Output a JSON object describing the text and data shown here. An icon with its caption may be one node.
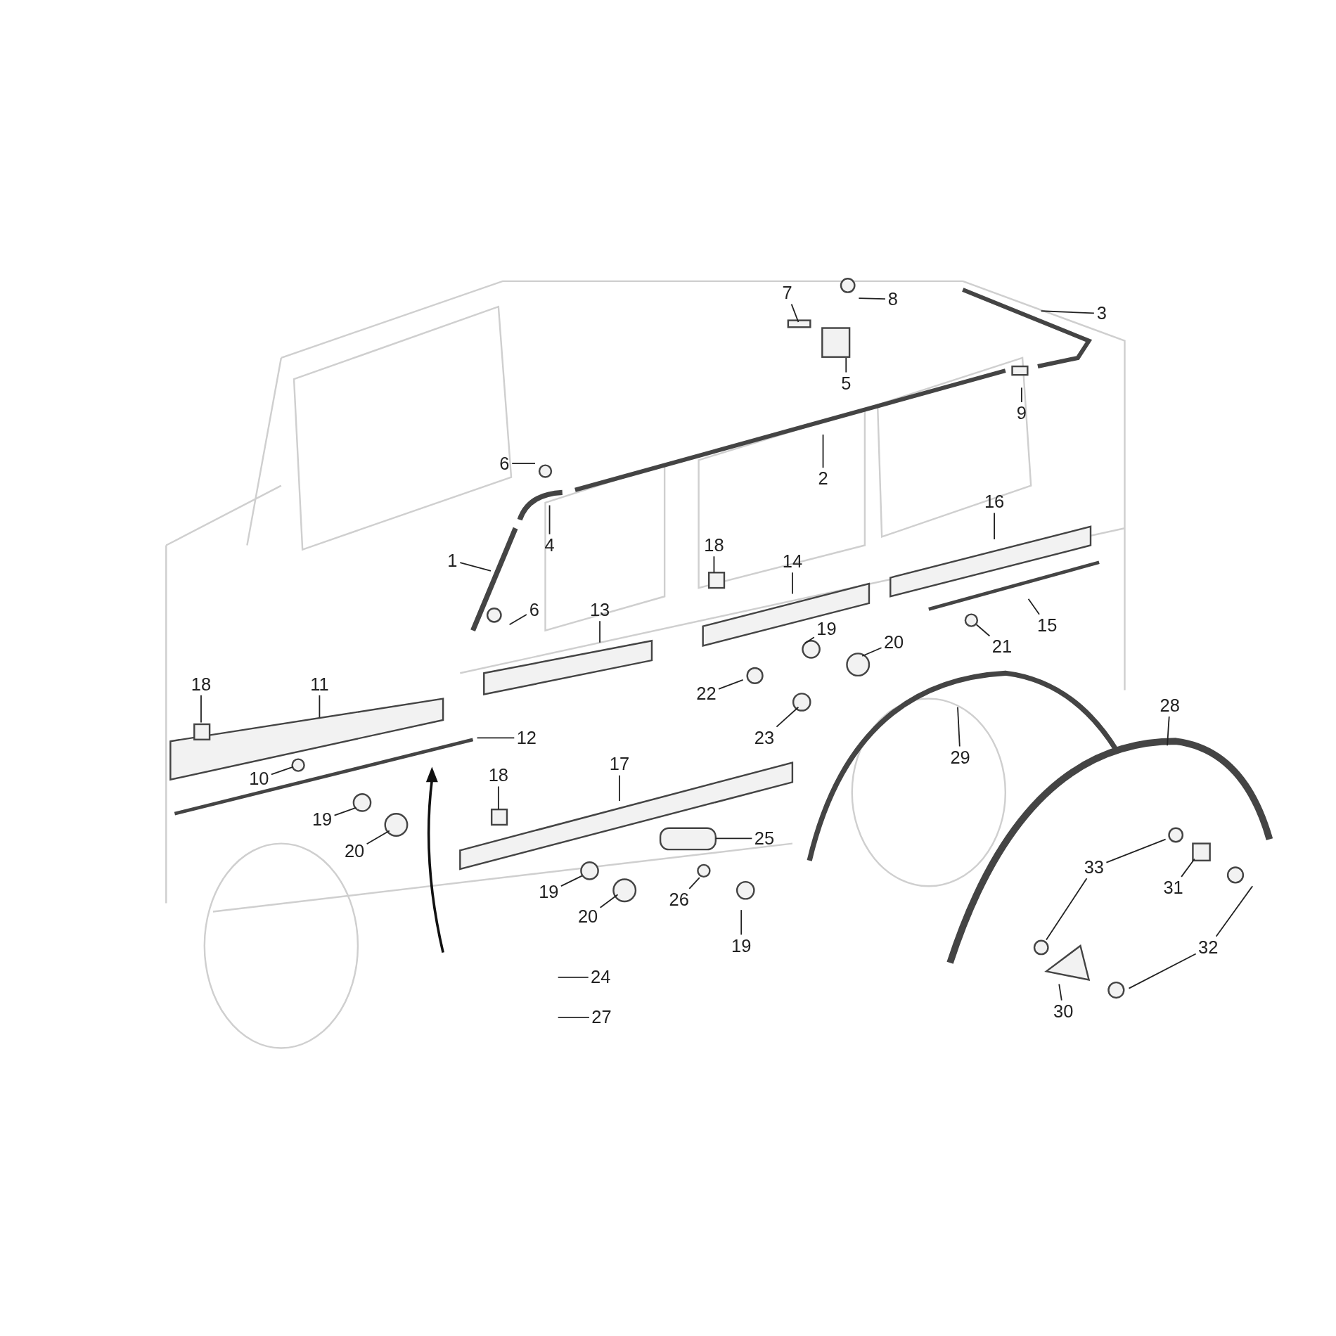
{
  "diagram": {
    "nodes": [
      {
        "text": [
          "7"
        ]
      },
      {
        "text": [
          "8"
        ]
      },
      {
        "text": [
          "3"
        ]
      },
      {
        "text": [
          "5"
        ]
      },
      {
        "text": [
          "9"
        ]
      },
      {
        "text": [
          "6"
        ]
      },
      {
        "text": [
          "2"
        ]
      },
      {
        "text": [
          "16"
        ]
      },
      {
        "text": [
          "4"
        ]
      },
      {
        "text": [
          "18"
        ]
      },
      {
        "text": [
          "1"
        ]
      },
      {
        "text": [
          "14"
        ]
      },
      {
        "text": [
          "13"
        ]
      },
      {
        "text": [
          "6"
        ]
      },
      {
        "text": [
          "15"
        ]
      },
      {
        "text": [
          "19"
        ]
      },
      {
        "text": [
          "20"
        ]
      },
      {
        "text": [
          "21"
        ]
      },
      {
        "text": [
          "18"
        ]
      },
      {
        "text": [
          "11"
        ]
      },
      {
        "text": [
          "22"
        ]
      },
      {
        "text": [
          "28"
        ]
      },
      {
        "text": [
          "12"
        ]
      },
      {
        "text": [
          "23"
        ]
      },
      {
        "text": [
          "29"
        ]
      },
      {
        "text": [
          "17"
        ]
      },
      {
        "text": [
          "18"
        ]
      },
      {
        "text": [
          "10"
        ]
      },
      {
        "text": [
          "19"
        ]
      },
      {
        "text": [
          "25"
        ]
      },
      {
        "text": [
          "20"
        ]
      },
      {
        "text": [
          "33"
        ]
      },
      {
        "text": [
          "31"
        ]
      },
      {
        "text": [
          "19"
        ]
      },
      {
        "text": [
          "26"
        ]
      },
      {
        "text": [
          "20"
        ]
      },
      {
        "text": [
          "19"
        ]
      },
      {
        "text": [
          "32"
        ]
      },
      {
        "text": [
          "24"
        ]
      },
      {
        "text": [
          "30"
        ]
      },
      {
        "text": [
          "27"
        ]
      }
    ],
    "edges": [
      {
        "from": 0,
        "to": null,
        "arrow": "none"
      },
      {
        "from": 1,
        "to": null,
        "arrow": "none"
      },
      {
        "from": 2,
        "to": null,
        "arrow": "none"
      },
      {
        "from": 3,
        "to": null,
        "arrow": "none"
      },
      {
        "from": 4,
        "to": null,
        "arrow": "none"
      },
      {
        "from": 5,
        "to": null,
        "arrow": "none"
      },
      {
        "from": 6,
        "to": null,
        "arrow": "none"
      },
      {
        "from": 7,
        "to": null,
        "arrow": "none"
      },
      {
        "from": 8,
        "to": null,
        "arrow": "none"
      },
      {
        "from": 9,
        "to": null,
        "arrow": "none"
      },
      {
        "from": 10,
        "to": null,
        "arrow": "none"
      },
      {
        "from": 11,
        "to": null,
        "arrow": "none"
      },
      {
        "from": 12,
        "to": null,
        "arrow": "none"
      },
      {
        "from": 13,
        "to": null,
        "arrow": "none"
      },
      {
        "from": 14,
        "to": null,
        "arrow": "none"
      },
      {
        "from": 15,
        "to": null,
        "arrow": "none"
      },
      {
        "from": 16,
        "to": null,
        "arrow": "none"
      },
      {
        "from": 17,
        "to": null,
        "arrow": "none"
      },
      {
        "from": 18,
        "to": null,
        "arrow": "none"
      },
      {
        "from": 19,
        "to": null,
        "arrow": "none"
      },
      {
        "from": 20,
        "to": null,
        "arrow": "none"
      },
      {
        "from": 21,
        "to": null,
        "arrow": "none"
      },
      {
        "from": 22,
        "to": null,
        "arrow": "none"
      },
      {
        "from": 23,
        "to": null,
        "arrow": "none"
      },
      {
        "from": 24,
        "to": null,
        "arrow": "none"
      },
      {
        "from": 25,
        "to": null,
        "arrow": "none"
      },
      {
        "from": 26,
        "to": null,
        "arrow": "none"
      },
      {
        "from": 27,
        "to": null,
        "arrow": "none"
      },
      {
        "from": 28,
        "to": null,
        "arrow": "none"
      },
      {
        "from": 29,
        "to": null,
        "arrow": "none"
      },
      {
        "from": 30,
        "to": null,
        "arrow": "none"
      },
      {
        "from": 31,
        "to": null,
        "arrow": "none"
      },
      {
        "from": 31,
        "to": null,
        "arrow": "none"
      },
      {
        "from": 32,
        "to": null,
        "arrow": "none"
      },
      {
        "from": 33,
        "to": null,
        "arrow": "none"
      },
      {
        "from": 34,
        "to": null,
        "arrow": "none"
      },
      {
        "from": 35,
        "to": null,
        "arrow": "none"
      },
      {
        "from": 36,
        "to": null,
        "arrow": "none"
      },
      {
        "from": 37,
        "to": null,
        "arrow": "none"
      },
      {
        "from": 37,
        "to": null,
        "arrow": "none"
      },
      {
        "from": 38,
        "to": null,
        "arrow": "none"
      },
      {
        "from": 39,
        "to": null,
        "arrow": "none"
      },
      {
        "from": 40,
        "to": null,
        "arrow": "none"
      }
    ]
  }
}
